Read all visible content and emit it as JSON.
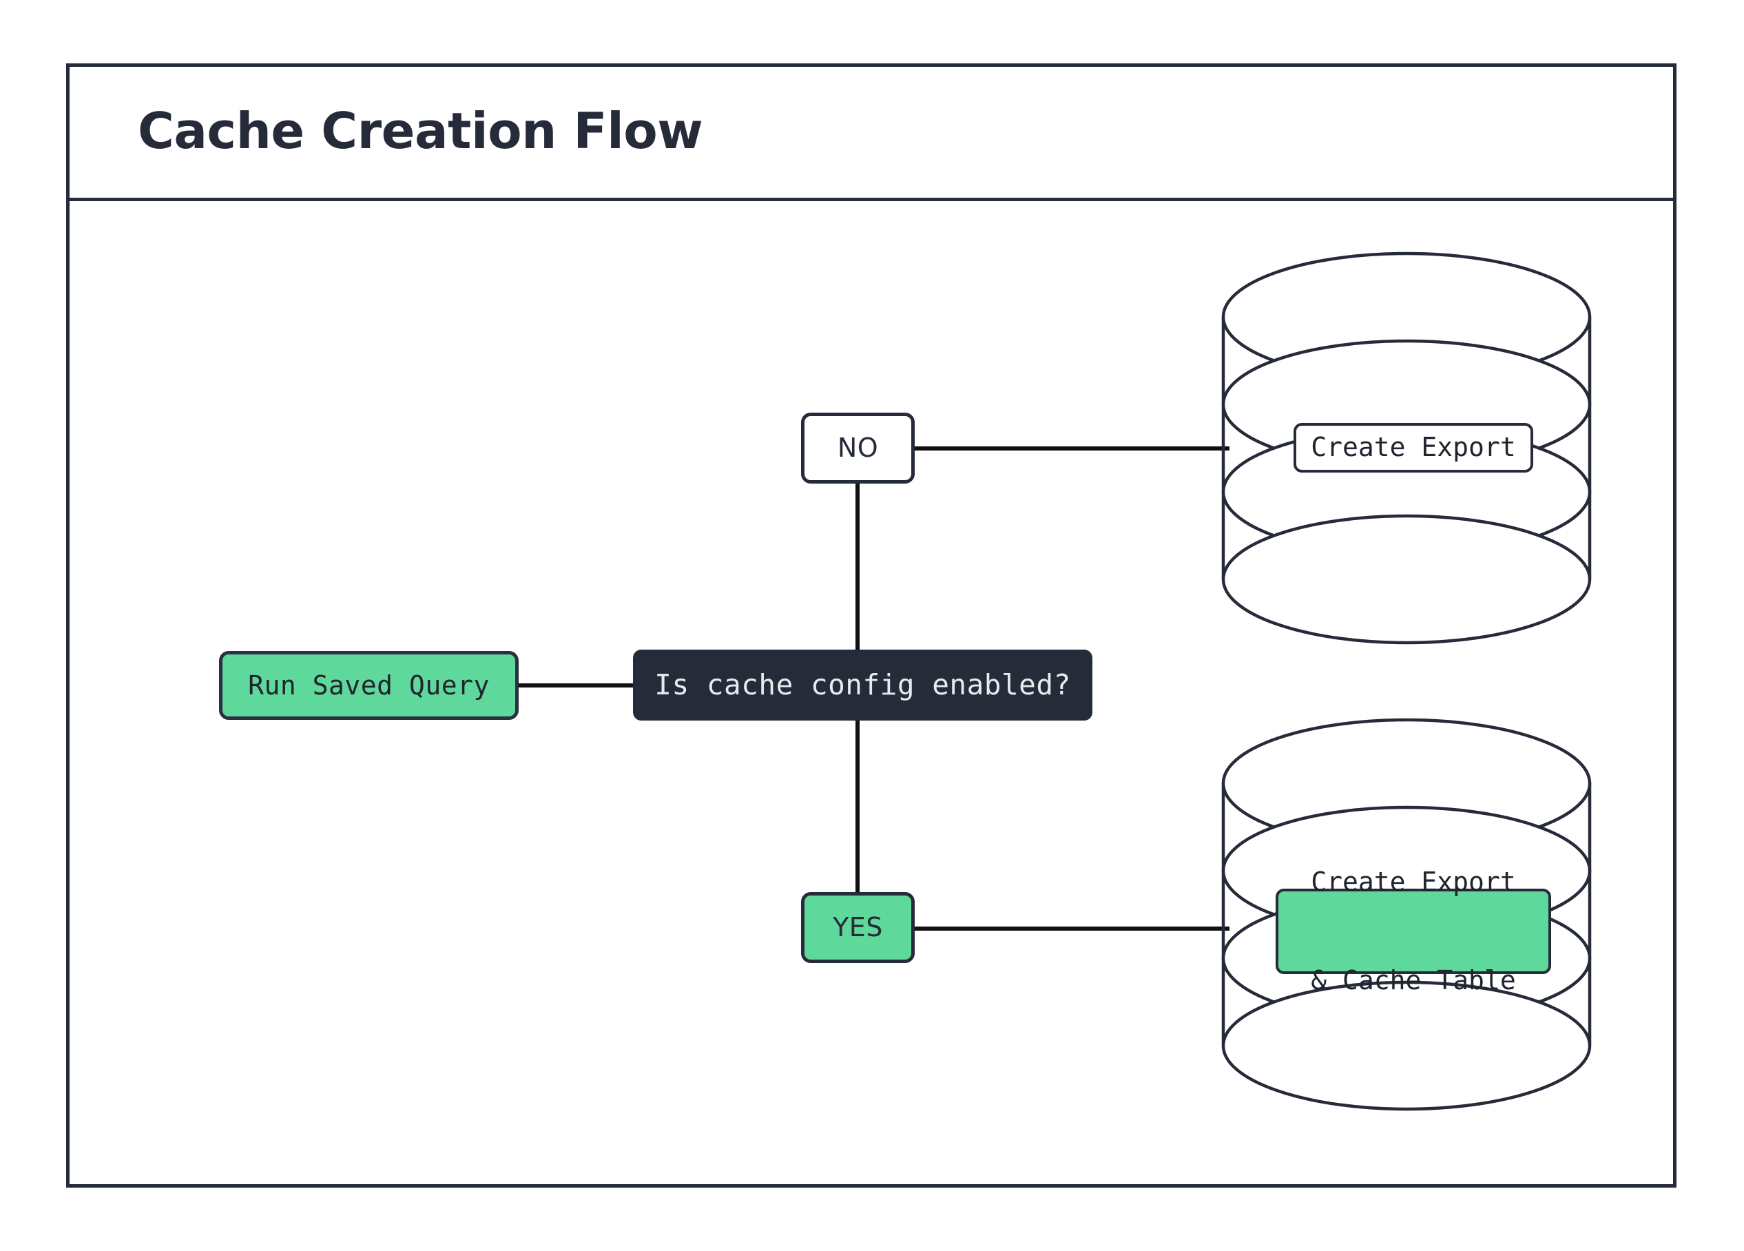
{
  "diagram": {
    "title": "Cache Creation Flow",
    "type": "flowchart",
    "colors": {
      "accent_green": "#5fd89b",
      "dark": "#262b3a",
      "background": "#ffffff",
      "edge": "#101010"
    },
    "nodes": [
      {
        "id": "run-saved-query",
        "label": "Run Saved Query",
        "shape": "rounded-rect",
        "style": "green"
      },
      {
        "id": "decision",
        "label": "Is cache config enabled?",
        "shape": "rounded-rect",
        "style": "dark"
      },
      {
        "id": "branch-no",
        "label": "NO",
        "shape": "rounded-rect",
        "style": "white"
      },
      {
        "id": "branch-yes",
        "label": "YES",
        "shape": "rounded-rect",
        "style": "green"
      },
      {
        "id": "database-export",
        "label": "Create Export",
        "shape": "cylinder",
        "style": "white"
      },
      {
        "id": "database-export-cache",
        "label": "Create Export\n& Cache Table",
        "label_line_1": "Create Export",
        "label_line_2": "& Cache Table",
        "shape": "cylinder",
        "style": "green"
      }
    ],
    "edges": [
      {
        "from": "run-saved-query",
        "to": "decision",
        "label": ""
      },
      {
        "from": "decision",
        "to": "branch-no",
        "label": ""
      },
      {
        "from": "branch-no",
        "to": "database-export",
        "label": ""
      },
      {
        "from": "decision",
        "to": "branch-yes",
        "label": ""
      },
      {
        "from": "branch-yes",
        "to": "database-export-cache",
        "label": ""
      }
    ]
  }
}
